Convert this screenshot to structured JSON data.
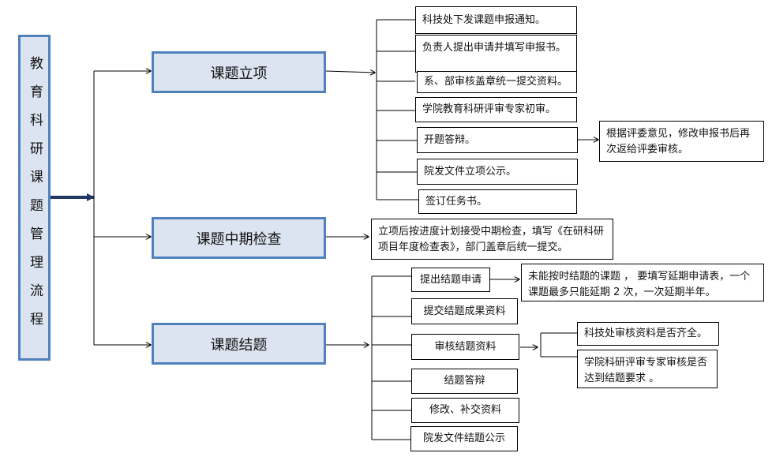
{
  "title": "教育科研课题管理流程",
  "colors": {
    "stage_fill": "#dbe4f0",
    "stage_border": "#4f81bd",
    "connector": "#000000",
    "main_arrow": "#1f3864"
  },
  "stages": {
    "approval": {
      "label": "课题立项",
      "steps": [
        "科技处下发课题申报通知。",
        "负责人提出申请并填写申报书。",
        "系、部审核盖章统一提交资料。",
        "学院教育科研评审专家初审。",
        "开题答辩。",
        "院发文件立项公示。",
        "签订任务书。"
      ],
      "defense_note": "根据评委意见，修改申报书后再次返给评委审核。"
    },
    "midterm": {
      "label": "课题中期检查",
      "note": "立项后按进度计划接受中期检查，填写《在研科研项目年度检查表》，部门盖章后统一提交。"
    },
    "closing": {
      "label": "课题结题",
      "steps": [
        "提出结题申请",
        "提交结题成果资料",
        "审核结题资料",
        "结题答辩",
        "修改、补交资料",
        "院发文件结题公示"
      ],
      "apply_note": "未能按时结题的课题 ， 要填写延期申请表，一个课题最多只能延期 2 次，一次延期半年。",
      "review_notes": [
        "科技处审核资料是否齐全。",
        "学院科研评审专家审核是否达到结题要求 。"
      ]
    }
  }
}
